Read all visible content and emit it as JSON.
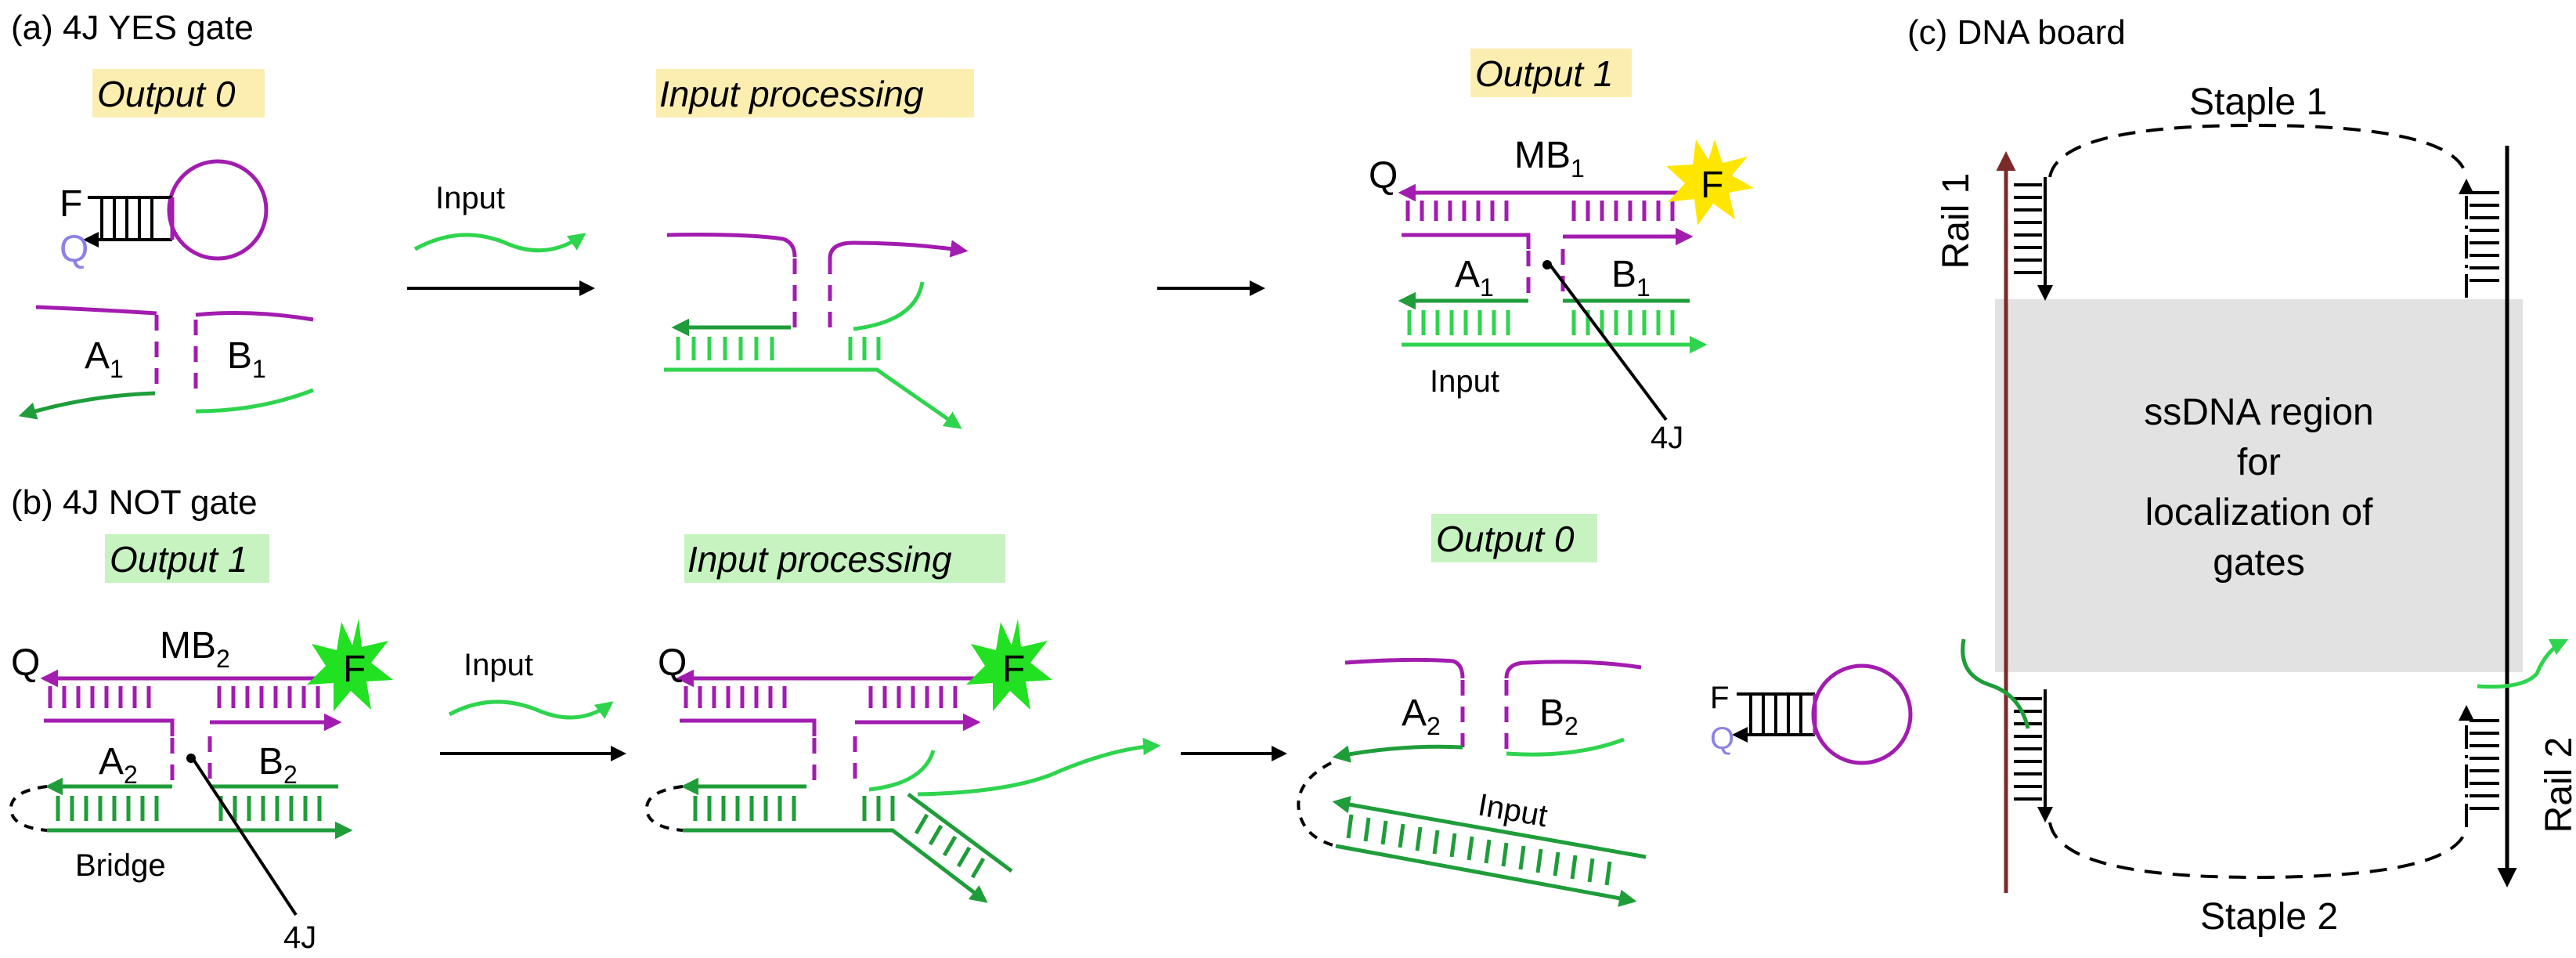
{
  "panel_a": {
    "title": "(a) 4J YES gate",
    "output0": "Output 0",
    "processing": "Input processing",
    "output1": "Output 1",
    "F": "F",
    "Q": "Q",
    "A1": "A",
    "B1": "B",
    "sub1": "1",
    "input": "Input",
    "MB1": "MB",
    "fourJ": "4J"
  },
  "panel_b": {
    "title": "(b) 4J NOT gate",
    "output1": "Output 1",
    "processing": "Input processing",
    "output0": "Output 0",
    "F": "F",
    "Q": "Q",
    "MB2": "MB",
    "A2": "A",
    "B2": "B",
    "sub2": "2",
    "bridge": "Bridge",
    "input": "Input",
    "fourJ": "4J"
  },
  "panel_c": {
    "title": "(c) DNA board",
    "staple1": "Staple 1",
    "staple2": "Staple 2",
    "rail1": "Rail 1",
    "rail2": "Rail 2",
    "region_line1": "ssDNA region",
    "region_line2": "for",
    "region_line3": "localization of",
    "region_line4": "gates"
  },
  "colors": {
    "purple": "#a21caf",
    "green": "#1f9d3a",
    "light_green": "#2fd44e",
    "yellow_highlight": "#fbeeb0",
    "green_highlight": "#c6f3c0",
    "quencher": "#8c82e6",
    "fluor_yellow": "#ffe600",
    "fluor_green": "#22e022",
    "rail1": "#7b2a2a",
    "region_gray": "#e2e2e2"
  }
}
